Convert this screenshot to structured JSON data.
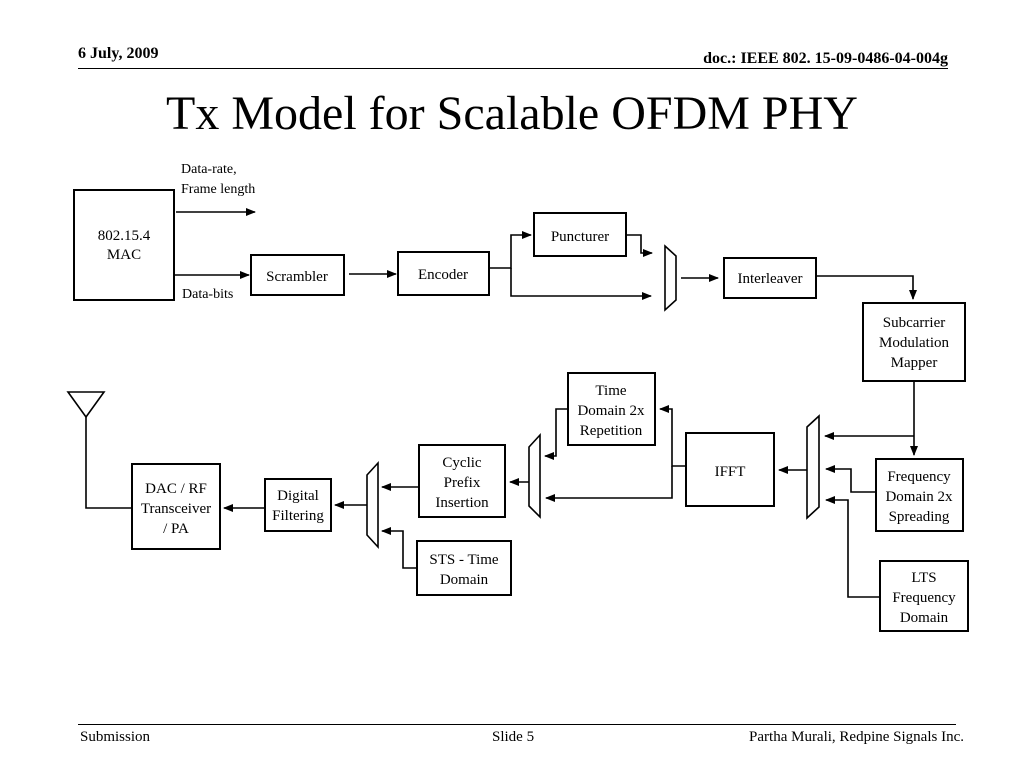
{
  "header": {
    "date": "6 July, 2009",
    "doc": "doc.: IEEE 802. 15-09-0486-04-004g"
  },
  "title": "Tx Model for Scalable OFDM PHY",
  "diagram": {
    "mac": [
      "802.15.4",
      "MAC"
    ],
    "data_rate_label": [
      "Data-rate,",
      "Frame length"
    ],
    "data_bits_label": "Data-bits",
    "scrambler": "Scrambler",
    "encoder": "Encoder",
    "puncturer": "Puncturer",
    "interleaver": "Interleaver",
    "subcarrier_mapper": [
      "Subcarrier",
      "Modulation",
      "Mapper"
    ],
    "freq_spreading": [
      "Frequency",
      "Domain 2x",
      "Spreading"
    ],
    "lts_freq": [
      "LTS",
      "Frequency",
      "Domain"
    ],
    "ifft": "IFFT",
    "time_repetition": [
      "Time",
      "Domain 2x",
      "Repetition"
    ],
    "cyclic_prefix": [
      "Cyclic",
      "Prefix",
      "Insertion"
    ],
    "sts_time": [
      "STS - Time",
      "Domain"
    ],
    "digital_filtering": [
      "Digital",
      "Filtering"
    ],
    "dac_rf": [
      "DAC / RF",
      "Transceiver",
      "/ PA"
    ]
  },
  "footer": {
    "left": "Submission",
    "center": "Slide 5",
    "right": "Partha Murali, Redpine Signals Inc."
  }
}
